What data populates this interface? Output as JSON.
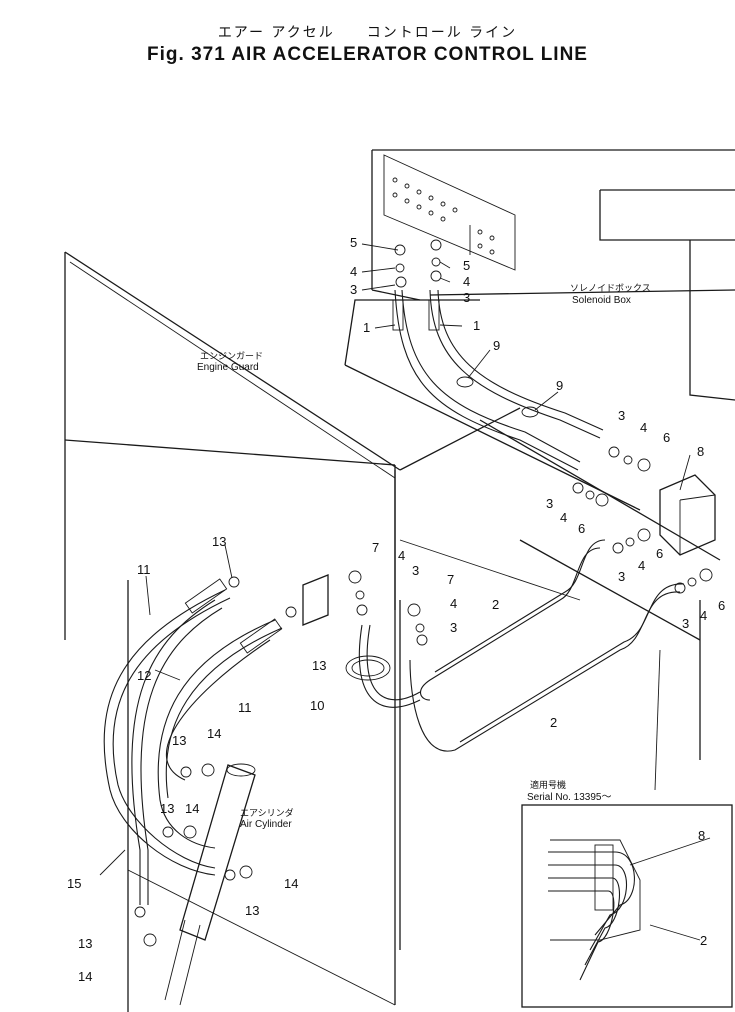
{
  "title": {
    "japanese": "エアー アクセル　　コントロール ライン",
    "english": "Fig. 371  AIR ACCELERATOR CONTROL LINE"
  },
  "components": {
    "solenoid_box": {
      "jp": "ソレノイドボックス",
      "en": "Solenoid Box"
    },
    "engine_guard": {
      "jp": "エンジンガード",
      "en": "Engine Guard"
    },
    "air_cylinder": {
      "jp": "エアシリンダ",
      "en": "Air Cylinder"
    }
  },
  "serial_note": {
    "jp": "適用号機",
    "en": "Serial No. 13395～"
  },
  "callouts": {
    "c1": "1",
    "c2": "2",
    "c3": "3",
    "c4": "4",
    "c5": "5",
    "c6": "6",
    "c7": "7",
    "c8": "8",
    "c9": "9",
    "c10": "10",
    "c11": "11",
    "c12": "12",
    "c13": "13",
    "c14": "14",
    "c15": "15"
  },
  "colors": {
    "ink": "#1a1a1a",
    "paper": "#ffffff"
  }
}
